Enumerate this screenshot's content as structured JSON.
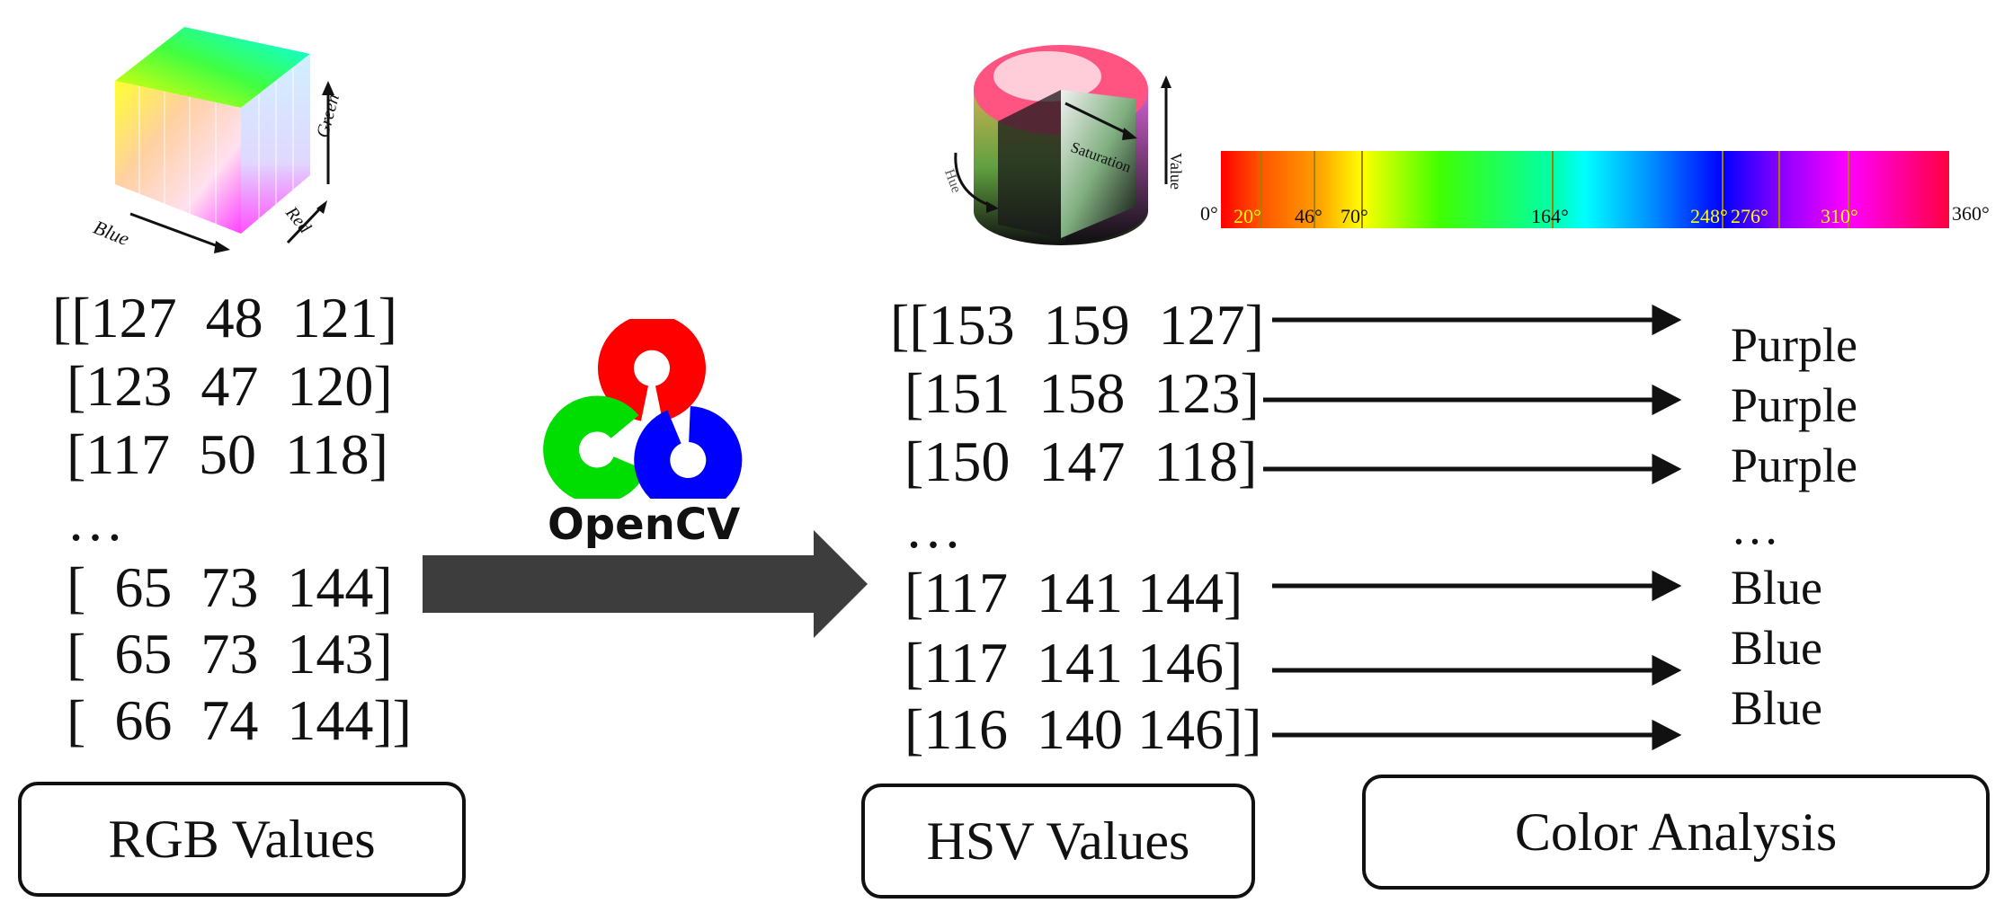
{
  "rgb": {
    "rows": [
      "[[127  48  121]",
      " [123  47  120]",
      " [117  50  118]",
      " …",
      " [  65  73  144]",
      " [  65  73  143]",
      " [  66  74  144]]"
    ],
    "label": "RGB Values",
    "cube_axes": {
      "green": "Green",
      "red": "Red",
      "blue": "Blue"
    }
  },
  "opencv": {
    "logo_text": "OpenCV"
  },
  "hsv": {
    "rows": [
      "[[153  159  127]",
      " [151  158  123]",
      " [150  147  118]",
      " …",
      " [117  141 144]",
      " [117  141 146]",
      " [116  140 146]]"
    ],
    "label": "HSV Values",
    "cylinder_axes": {
      "hue": "Hue",
      "saturation": "Saturation",
      "value": "Value"
    }
  },
  "hue_bar": {
    "ticks": [
      "0°",
      "20°",
      "46°",
      "70°",
      "164°",
      "248°",
      "276°",
      "310°",
      "360°"
    ]
  },
  "analysis": {
    "results": [
      "Purple",
      "Purple",
      "Purple",
      "…",
      "Blue",
      "Blue",
      "Blue"
    ],
    "label": "Color Analysis"
  },
  "colors": {
    "ocv_red": "#ff0000",
    "ocv_green": "#00dd00",
    "ocv_blue": "#0000ff",
    "big_arrow": "#3d3d3d"
  }
}
